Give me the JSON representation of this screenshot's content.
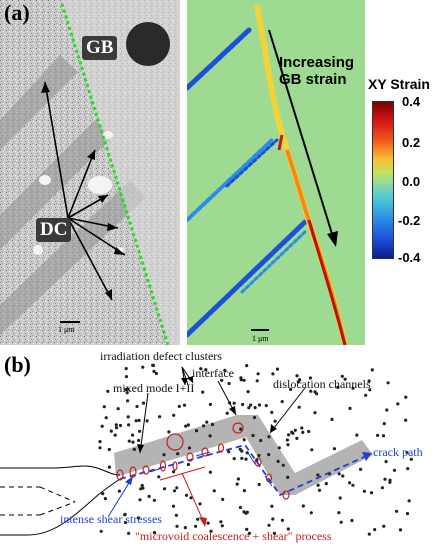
{
  "panel_a": {
    "label": "(a)",
    "gb_label": "GB",
    "dc_label": "DC",
    "scale_left": "1 μm",
    "scale_right": "1 μm",
    "arrow_text_line1": "Increasing",
    "arrow_text_line2": "GB strain",
    "colorbar": {
      "title": "XY Strain",
      "ticks": [
        "0.4",
        "0.2",
        "0.0",
        "-0.2",
        "-0.4"
      ]
    },
    "colors": {
      "gb_line": "#22dd22",
      "strain_background": "#9fe08a"
    }
  },
  "panel_b": {
    "label": "(b)",
    "labels": {
      "irradiation": "irradiation defect clusters",
      "interface": "interface",
      "mixed_mode": "mixed mode I+II",
      "dislocation": "dislocation channels",
      "crack_path": "crack path",
      "shear": "intense shear stresses",
      "process": "\"microvoid coalescence + shear\" process"
    },
    "colors": {
      "blue": "#1f3fd0",
      "red": "#c81e1e",
      "channel_gray": "#b4b4b4"
    }
  }
}
